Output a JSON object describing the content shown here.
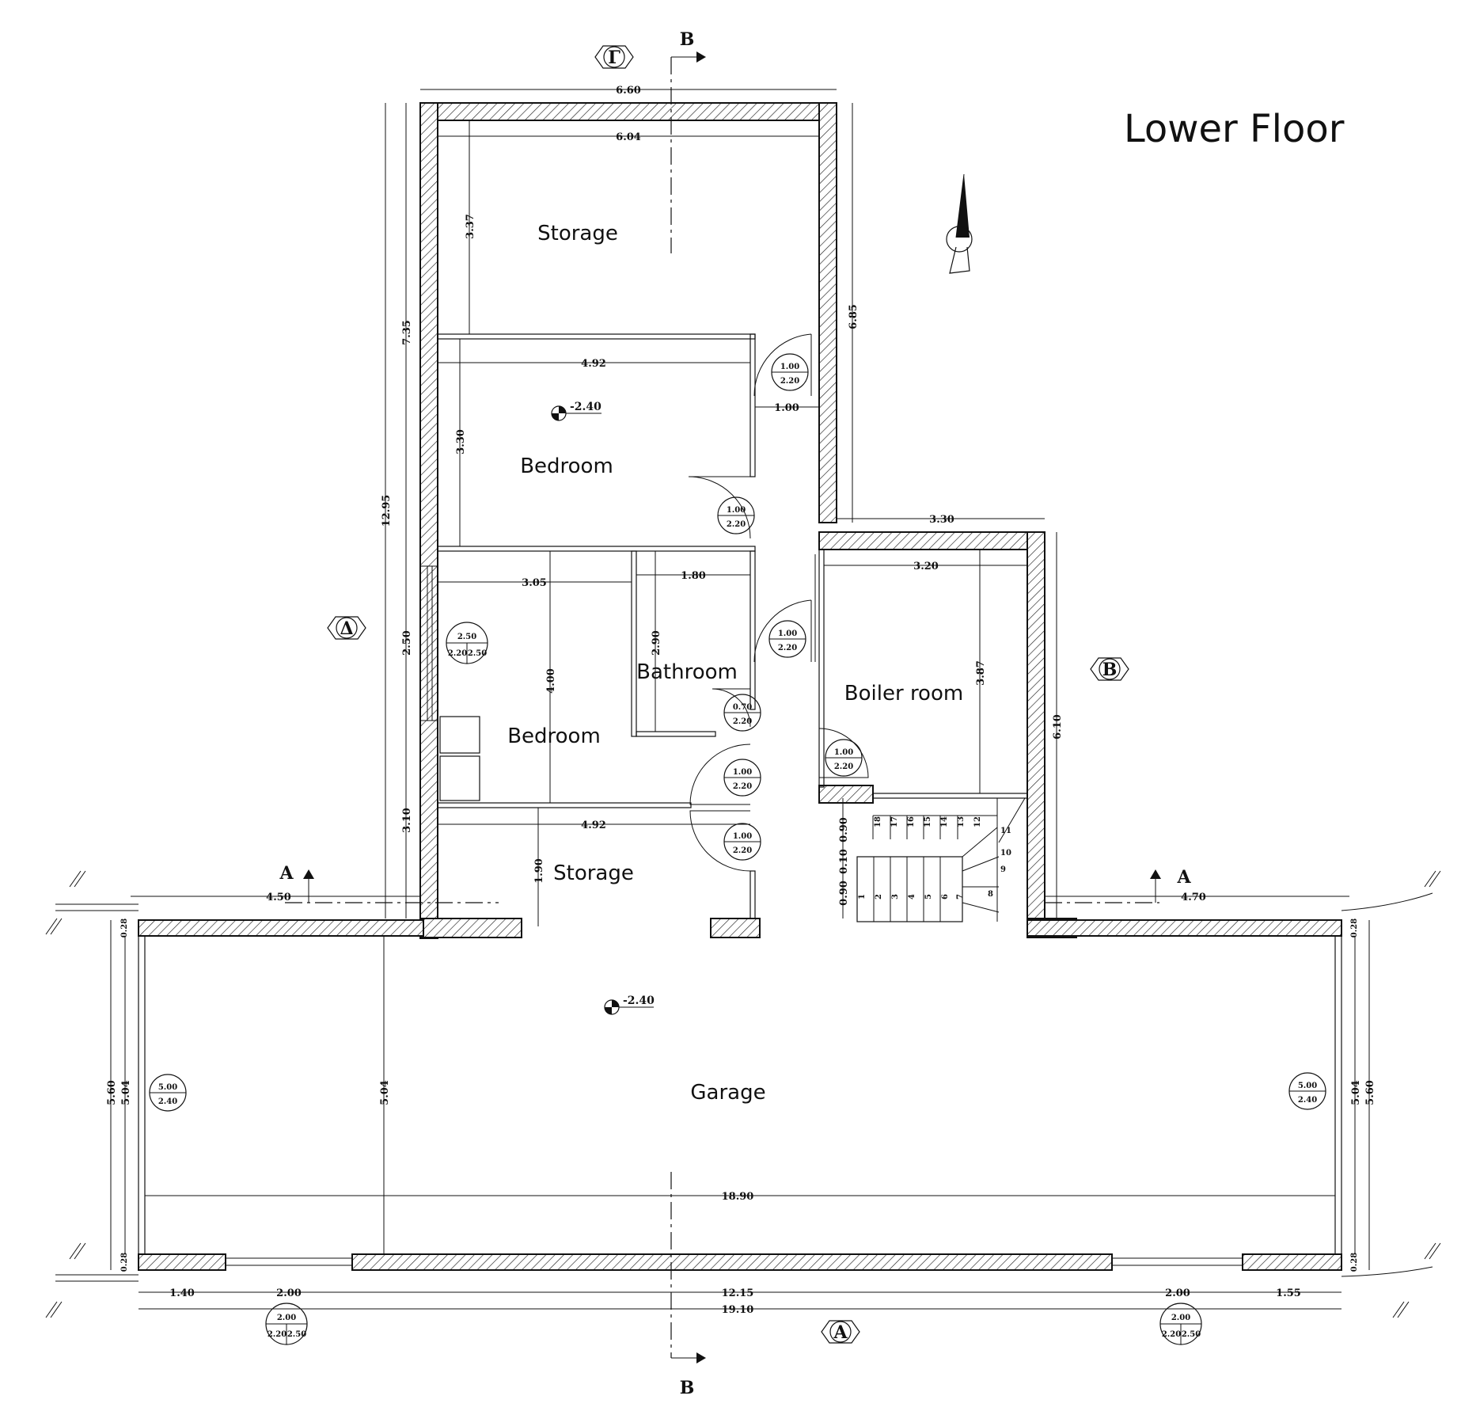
{
  "title": "Lower Floor",
  "rooms": {
    "storage_top": "Storage",
    "bedroom_1": "Bedroom",
    "bathroom": "Bathroom",
    "bedroom_2": "Bedroom",
    "boiler_room": "Boiler room",
    "storage_bottom": "Storage",
    "garage": "Garage"
  },
  "dimensions": {
    "top_outer": "6.60",
    "top_inner": "6.04",
    "storage_h": "3.37",
    "left_735": "7.35",
    "left_1295": "12.95",
    "left_250": "2.50",
    "left_310": "3.10",
    "right_685": "6.85",
    "bed1_w": "4.92",
    "bed1_h": "3.30",
    "corridor_w": "1.00",
    "boiler_outer": "3.30",
    "boiler_inner": "3.20",
    "boiler_h": "3.87",
    "right_610": "6.10",
    "bed2_w": "3.05",
    "bath_w": "1.80",
    "bath_h": "2.90",
    "bed2_h": "4.00",
    "storage2_w": "4.92",
    "storage2_h": "1.90",
    "stair_090_a": "0.90",
    "stair_010": "0.10",
    "stair_090_b": "0.90",
    "left_450": "4.50",
    "right_470": "4.70",
    "garage_w": "18.90",
    "garage_h": "5.04",
    "side_560": "5.60",
    "side_504": "5.04",
    "wall_028": "0.28",
    "bottom_140": "1.40",
    "bottom_200a": "2.00",
    "bottom_1215": "12.15",
    "bottom_200b": "2.00",
    "bottom_155": "1.55",
    "bottom_1910": "19.10"
  },
  "openings": {
    "door_100_220": [
      "1.00",
      "2.20"
    ],
    "door_070_220": [
      "0.70",
      "2.20"
    ],
    "window_250": [
      "2.50",
      "2.20",
      "2.50"
    ],
    "garage_door": [
      "5.00",
      "2.40"
    ],
    "garage_window": [
      "2.00",
      "2.20",
      "2.50"
    ]
  },
  "elevations": {
    "level": "-2.40"
  },
  "section_marks": {
    "a": "A",
    "b": "B"
  },
  "view_marks": {
    "a": "A",
    "b": "B",
    "g": "Γ",
    "d": "Δ"
  },
  "stair_steps": [
    "1",
    "2",
    "3",
    "4",
    "5",
    "6",
    "7",
    "8",
    "9",
    "10",
    "11",
    "12",
    "13",
    "14",
    "15",
    "16",
    "17",
    "18"
  ],
  "colors": {
    "ink": "#111111",
    "background": "#ffffff"
  }
}
